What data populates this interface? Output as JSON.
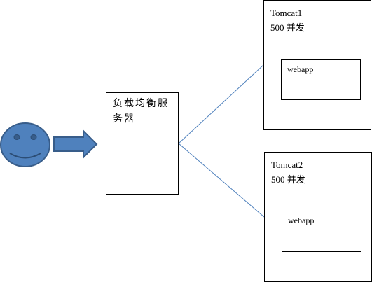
{
  "load_balancer": {
    "label": "负载均衡服务器"
  },
  "servers": [
    {
      "name": "Tomcat1",
      "capacity": "500 并发",
      "app": "webapp"
    },
    {
      "name": "Tomcat2",
      "capacity": "500 并发",
      "app": "webapp"
    }
  ],
  "colors": {
    "face_fill": "#4f81bd",
    "face_stroke": "#385d8a",
    "arrow_fill": "#4f81bd",
    "connector": "#4f81bd",
    "box_border": "#000000"
  }
}
